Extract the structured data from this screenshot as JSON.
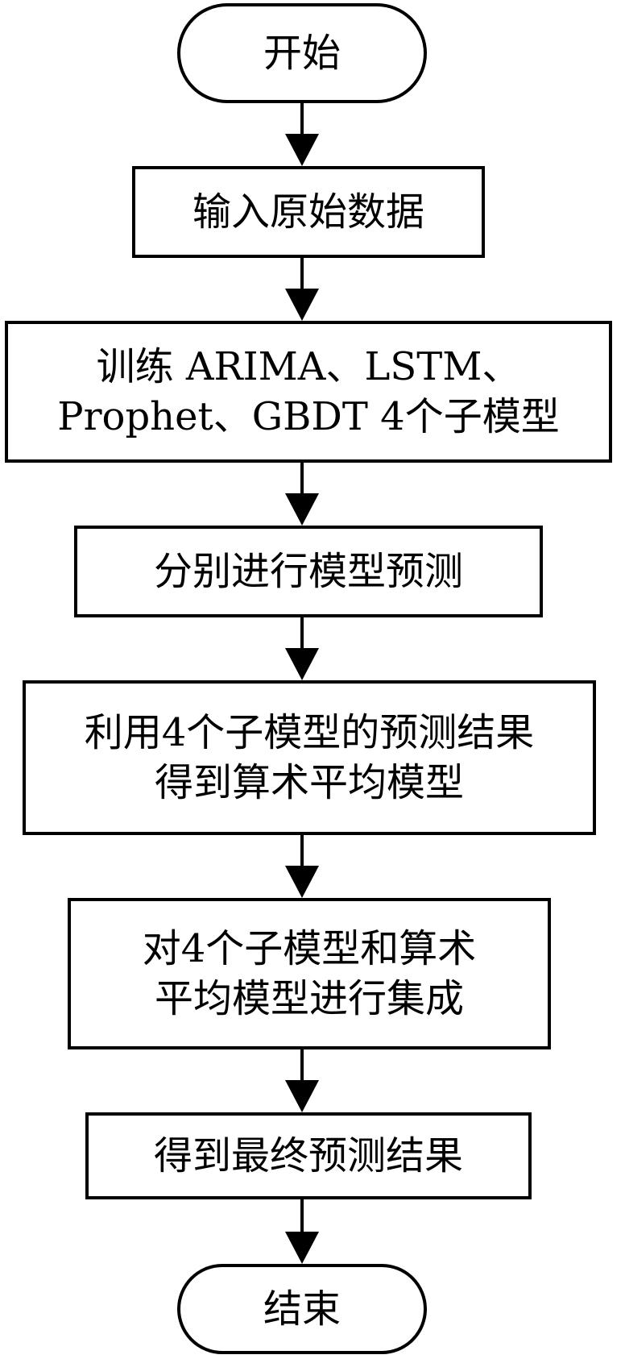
{
  "flowchart": {
    "start": "开始",
    "steps": [
      {
        "lines": [
          "输入原始数据"
        ]
      },
      {
        "lines": [
          "训练 ARIMA、LSTM、",
          "Prophet、GBDT 4个子模型"
        ]
      },
      {
        "lines": [
          "分别进行模型预测"
        ]
      },
      {
        "lines": [
          "利用4个子模型的预测结果",
          "得到算术平均模型"
        ]
      },
      {
        "lines": [
          "对4个子模型和算术",
          "平均模型进行集成"
        ]
      },
      {
        "lines": [
          "得到最终预测结果"
        ]
      }
    ],
    "end": "结束"
  }
}
